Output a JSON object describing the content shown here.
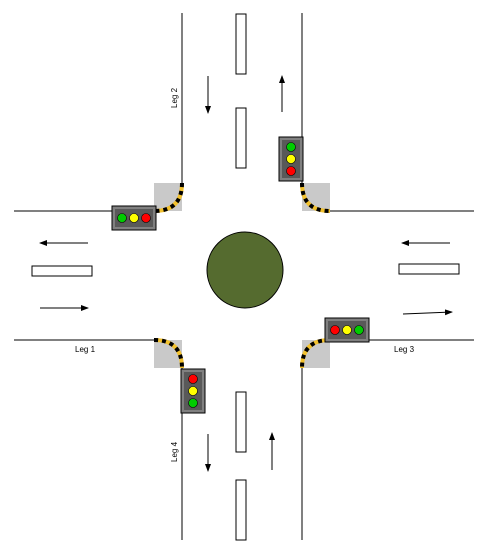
{
  "legs": [
    {
      "id": "leg-1",
      "label": "Leg 1"
    },
    {
      "id": "leg-2",
      "label": "Leg 2"
    },
    {
      "id": "leg-3",
      "label": "Leg 3"
    },
    {
      "id": "leg-4",
      "label": "Leg 4"
    }
  ],
  "colors": {
    "road_edge": "#000000",
    "lane_marking_fill": "#ffffff",
    "roundabout": "#556b2f",
    "corner_fill": "#c9c9c9",
    "curb_yellow": "#f2c12e",
    "curb_black": "#000000",
    "signal_housing": "#808080",
    "signal_panel": "#595959",
    "signal_red": "#ff0000",
    "signal_yellow": "#ffff00",
    "signal_green": "#00cc00"
  },
  "signals": [
    {
      "id": "signal-leg1",
      "order": [
        "green",
        "yellow",
        "red"
      ]
    },
    {
      "id": "signal-leg2",
      "order": [
        "green",
        "yellow",
        "red"
      ]
    },
    {
      "id": "signal-leg3",
      "order": [
        "red",
        "yellow",
        "green"
      ]
    },
    {
      "id": "signal-leg4",
      "order": [
        "red",
        "yellow",
        "green"
      ]
    }
  ]
}
